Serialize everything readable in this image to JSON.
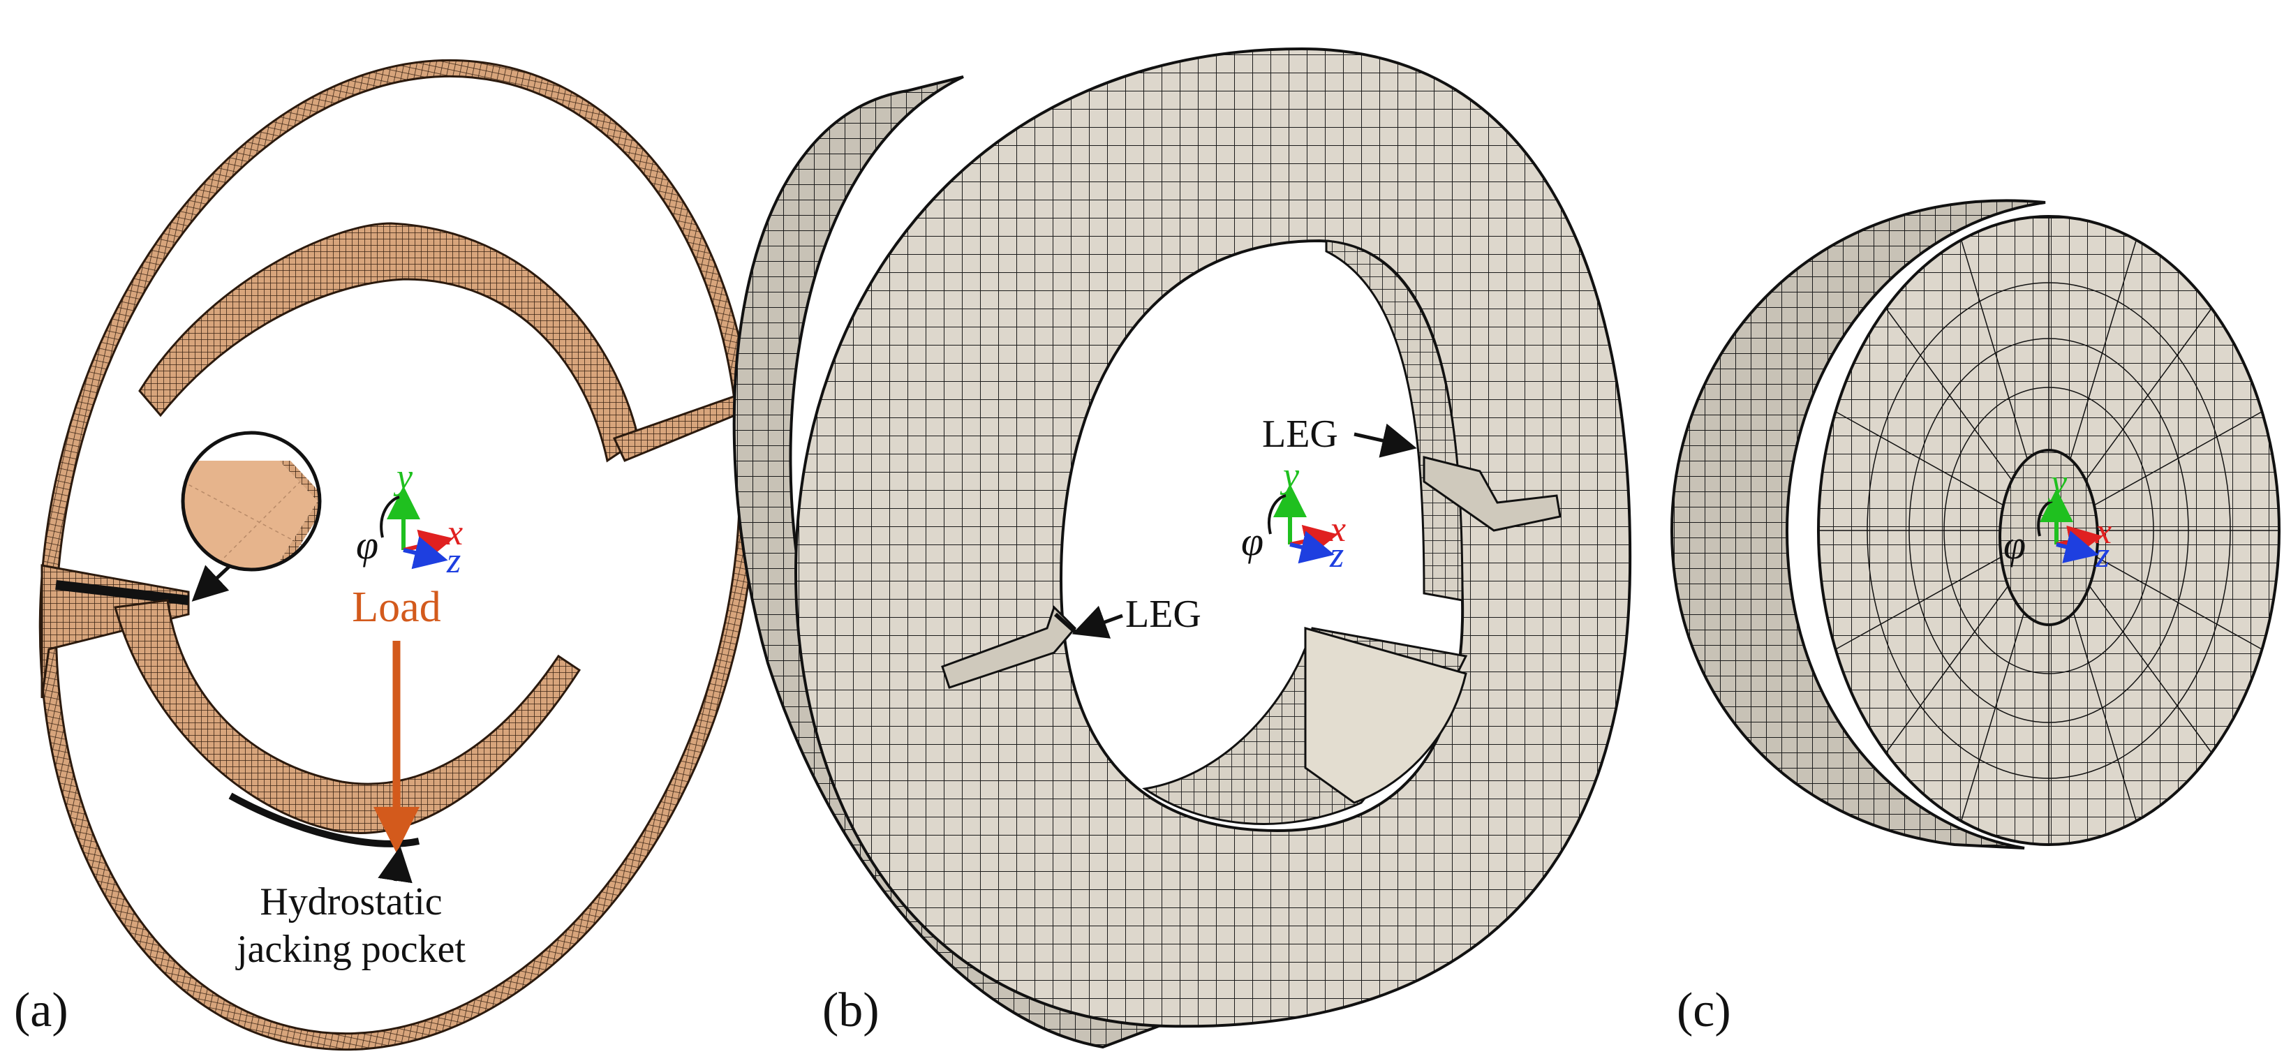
{
  "panels": {
    "a": {
      "tag": "(a)",
      "load_label": "Load",
      "pocket_label_line1": "Hydrostatic",
      "pocket_label_line2": "jacking pocket"
    },
    "b": {
      "tag": "(b)",
      "leg_upper": "LEG",
      "leg_lower": "LEG"
    },
    "c": {
      "tag": "(c)"
    }
  },
  "axes": {
    "x": "x",
    "y": "y",
    "z": "z",
    "phi": "φ"
  },
  "colors": {
    "copper_mesh": "#d8a57c",
    "grey_mesh": "#ddd7cc",
    "mesh_line": "#1a1a1a",
    "load_arrow": "#d35a1c",
    "axis_x": "#e02020",
    "axis_y": "#1fc01f",
    "axis_z": "#1e3fe0"
  }
}
